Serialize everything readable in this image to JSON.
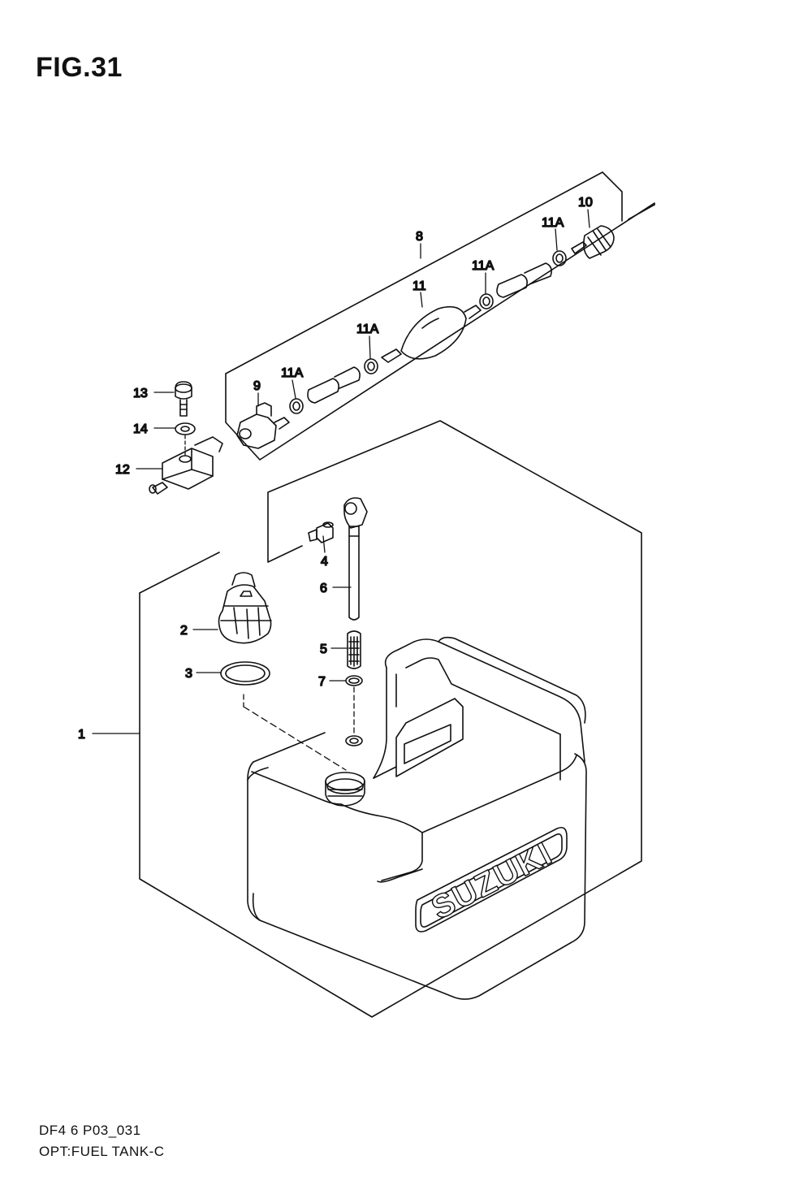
{
  "figure": {
    "title": "FIG.31",
    "code": "DF4 6 P03_031",
    "description": "OPT:FUEL TANK-C"
  },
  "tank_logo": "SUZUKI",
  "callouts": {
    "c1": "1",
    "c2": "2",
    "c3": "3",
    "c4": "4",
    "c5": "5",
    "c6": "6",
    "c7": "7",
    "c8": "8",
    "c9": "9",
    "c10": "10",
    "c11": "11",
    "c11a_1": "11A",
    "c11a_2": "11A",
    "c11a_3": "11A",
    "c11a_4": "11A",
    "c12": "12",
    "c13": "13",
    "c14": "14"
  }
}
